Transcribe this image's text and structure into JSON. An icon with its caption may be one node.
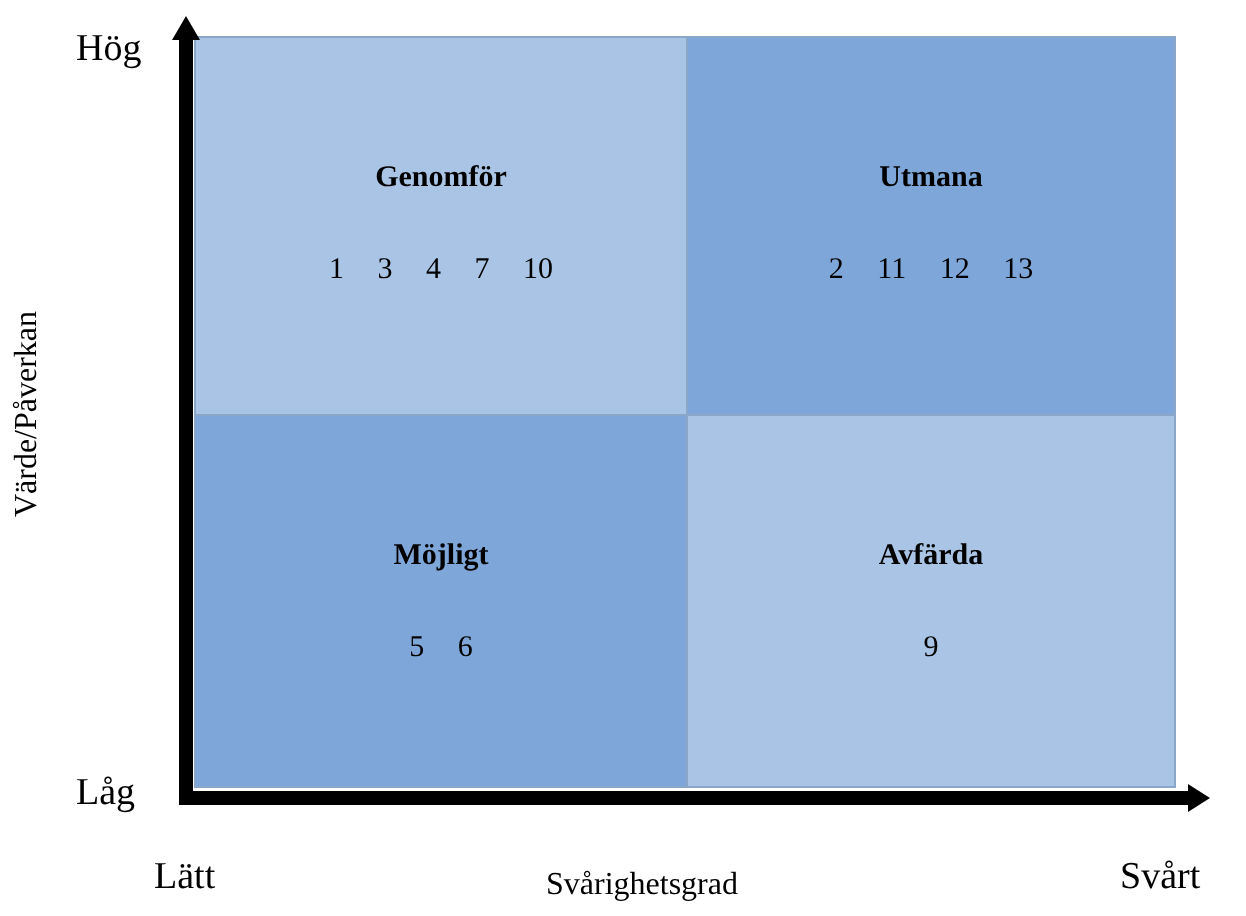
{
  "diagram": {
    "nodes": [
      {
        "text": [
          "Genomför",
          "1 3 4 7 10"
        ]
      },
      {
        "text": [
          "Utmana",
          "2 11 12 13"
        ]
      },
      {
        "text": [
          "Möjligt",
          "5 6"
        ]
      },
      {
        "text": [
          "Avfärda",
          "9"
        ]
      }
    ],
    "labels": [
      "Hög",
      "Värde/Påverkan",
      "Låg",
      "Lätt",
      "Svårighetsgrad",
      "Svårt"
    ]
  }
}
